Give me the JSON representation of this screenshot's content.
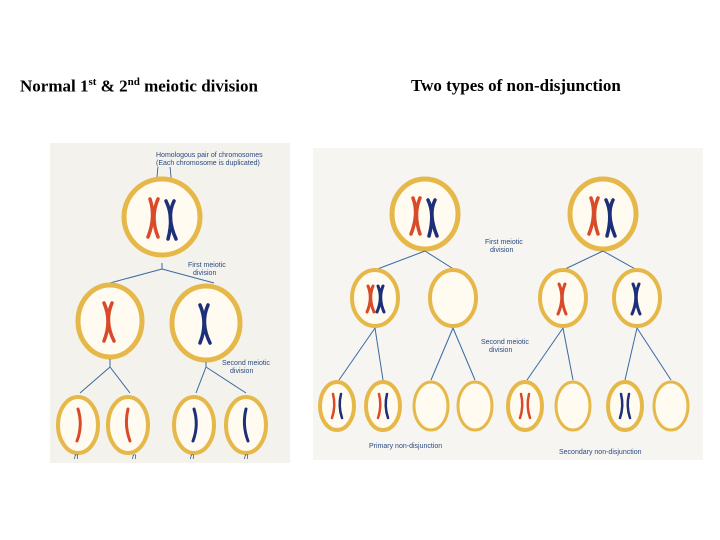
{
  "headings": {
    "left": {
      "pre": "Normal 1",
      "sup1": "st",
      "mid": " & 2",
      "sup2": "nd",
      "post": " meiotic division"
    },
    "right": "Two types of non-disjunction"
  },
  "left_panel": {
    "homologous_note_line1": "Homologous pair of chromosomes",
    "homologous_note_line2": "(Each chromosome is duplicated)",
    "first_division_line1": "First meiotic",
    "first_division_line2": "division",
    "second_division_line1": "Second meiotic",
    "second_division_line2": "division",
    "gamete_labels": [
      "n",
      "n",
      "n",
      "n"
    ]
  },
  "right_panel": {
    "first_division_line1": "First meiotic",
    "first_division_line2": "division",
    "second_division_line1": "Second meiotic",
    "second_division_line2": "division",
    "primary_label": "Primary non-disjunction",
    "secondary_label": "Secondary non-disjunction"
  },
  "colors": {
    "membrane": "#e6b84a",
    "cytoplasm": "#fffbf0",
    "maternal_chromosome": "#d94a2a",
    "paternal_chromosome": "#1e2f7a",
    "lines": "#3a6a9e",
    "annotation": "#2a4a80"
  }
}
